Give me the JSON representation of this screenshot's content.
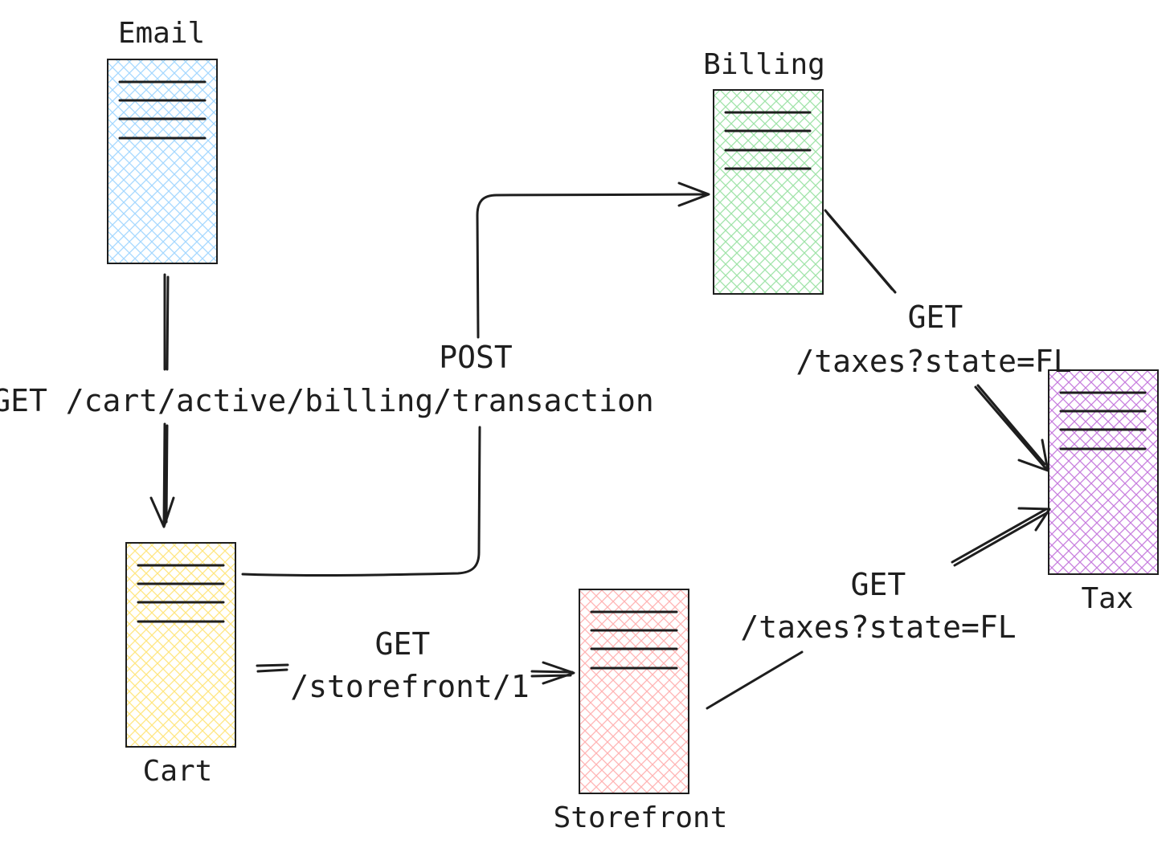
{
  "services": [
    {
      "id": "email",
      "name": "Email",
      "color": "#a5d8ff"
    },
    {
      "id": "billing",
      "name": "Billing",
      "color": "#b2f2bb"
    },
    {
      "id": "cart",
      "name": "Cart",
      "color": "#ffec99"
    },
    {
      "id": "storefront",
      "name": "Storefront",
      "color": "#ffc9c9"
    },
    {
      "id": "tax",
      "name": "Tax",
      "color": "#d0a0e8"
    }
  ],
  "edges": [
    {
      "from": "Email",
      "to": "Cart",
      "label": "GET /cart/active/billing/transaction"
    },
    {
      "from": "Cart",
      "to": "Billing",
      "label": "POST"
    },
    {
      "from": "Cart",
      "to": "Storefront",
      "label_line1": "GET",
      "label_line2": "/storefront/1"
    },
    {
      "from": "Billing",
      "to": "Tax",
      "label_line1": "GET",
      "label_line2": "/taxes?state=FL"
    },
    {
      "from": "Storefront",
      "to": "Tax",
      "label_line1": "GET",
      "label_line2": "/taxes?state=FL"
    }
  ],
  "stroke_color": "#1e1e1e"
}
